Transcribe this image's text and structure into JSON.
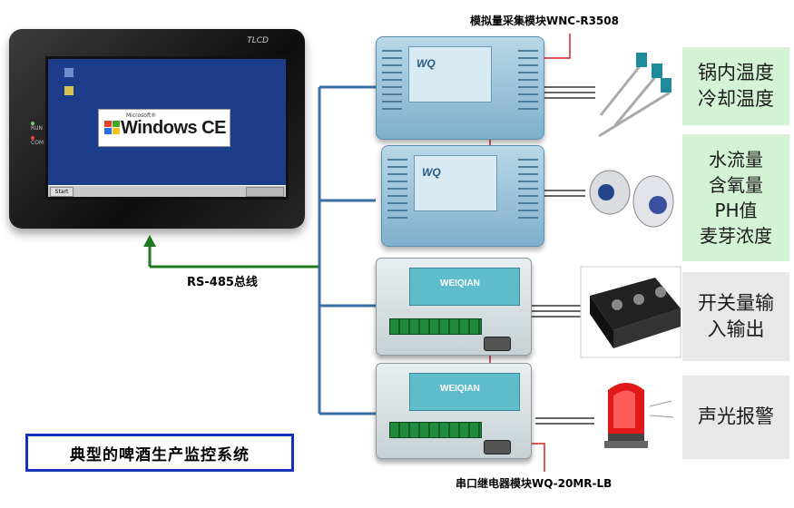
{
  "labels": {
    "analog_module_label": "模拟量采集模块WNC-R3508",
    "relay_module_label": "串口继电器模块WQ-20MR-LB",
    "bus_label": "RS-485总线",
    "system_title": "典型的啤酒生产监控系统"
  },
  "tablet": {
    "brand": "TLCD",
    "os_small": "Microsoft®",
    "os_name": "Windows CE",
    "led_run": "RUN",
    "led_com": "COM",
    "start_label": "Start"
  },
  "modules": {
    "wq_logo": "WQ",
    "weiqian": "WEIQIAN"
  },
  "panels": {
    "p1": [
      "锅内温度",
      "冷却温度"
    ],
    "p2": [
      "水流量",
      "含氧量",
      "PH值",
      "麦芽浓度"
    ],
    "p3": [
      "开关量输",
      "入输出"
    ],
    "p4": [
      "声光报警"
    ]
  },
  "colors": {
    "bus": "#3a6ea5",
    "green_arrow": "#1f7a1f",
    "pointer": "#d62020",
    "panel_green": "#d4f2d4",
    "panel_gray": "#e8e8e8",
    "title_border": "#1433b8"
  }
}
